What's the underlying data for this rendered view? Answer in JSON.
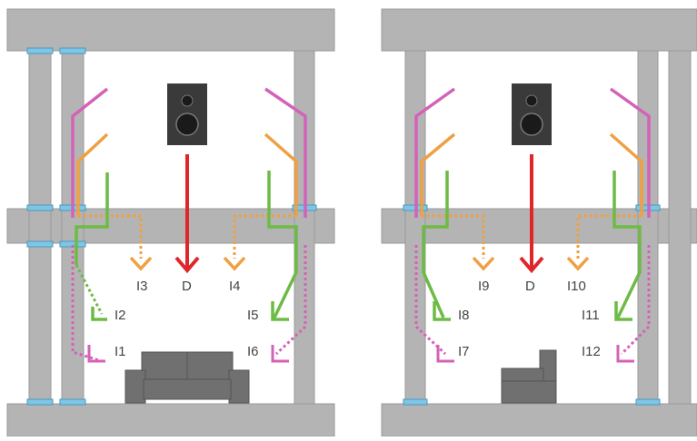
{
  "colors": {
    "structure": "#b4b4b4",
    "structure_edge": "#9a9a9a",
    "room": "#ffffff",
    "joint": "#7fc6e6",
    "direct": "#e0262a",
    "flank_pink": "#d462b8",
    "flank_orange": "#f0a042",
    "flank_green": "#6dbb45",
    "speaker": "#3a3a3a",
    "furniture": "#707070",
    "label": "#444444"
  },
  "left_panel": {
    "direct_label": "D",
    "paths": [
      {
        "label": "I1",
        "color": "pink",
        "style": "dotted"
      },
      {
        "label": "I2",
        "color": "green",
        "style": "dotted"
      },
      {
        "label": "I3",
        "color": "orange",
        "style": "dotted"
      },
      {
        "label": "I4",
        "color": "orange",
        "style": "dotted"
      },
      {
        "label": "I5",
        "color": "green",
        "style": "solid"
      },
      {
        "label": "I6",
        "color": "pink",
        "style": "dotted"
      }
    ],
    "source_icon": "loudspeaker-icon",
    "receiver_icon": "sofa-icon"
  },
  "right_panel": {
    "direct_label": "D",
    "paths": [
      {
        "label": "I7",
        "color": "pink",
        "style": "dotted"
      },
      {
        "label": "I8",
        "color": "green",
        "style": "solid"
      },
      {
        "label": "I9",
        "color": "orange",
        "style": "dotted"
      },
      {
        "label": "I10",
        "color": "orange",
        "style": "dotted"
      },
      {
        "label": "I11",
        "color": "green",
        "style": "solid"
      },
      {
        "label": "I12",
        "color": "pink",
        "style": "dotted"
      }
    ],
    "source_icon": "loudspeaker-icon",
    "receiver_icon": "armchair-icon"
  }
}
